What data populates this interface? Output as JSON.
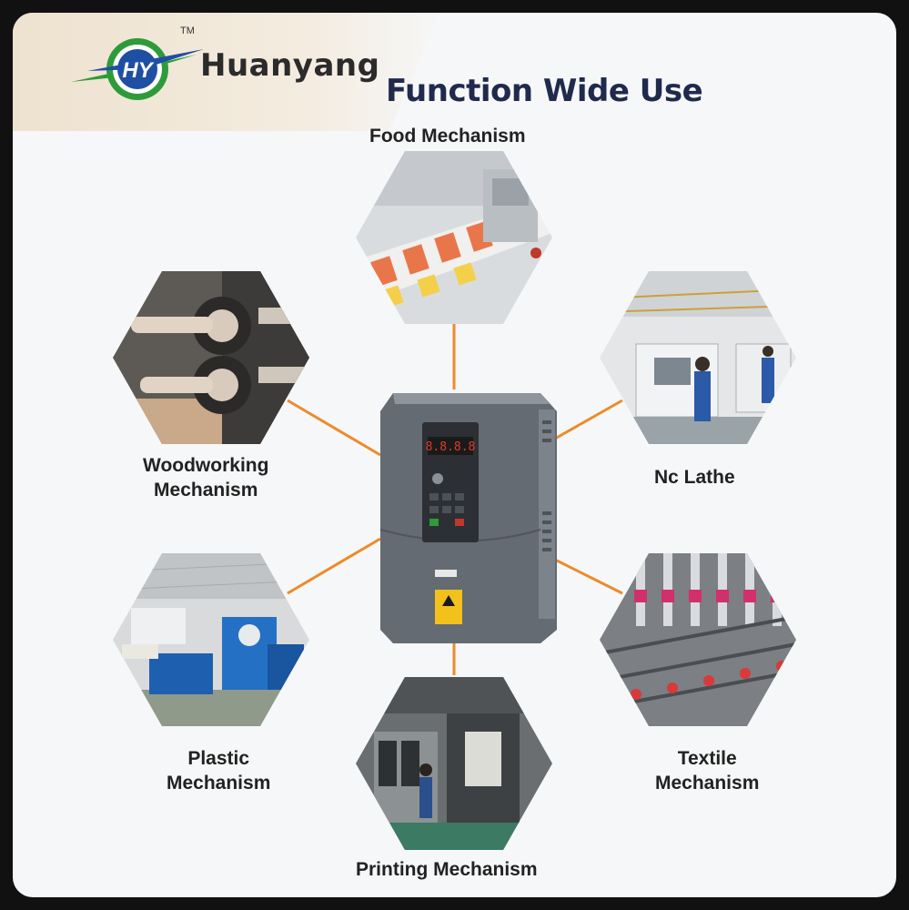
{
  "brand": {
    "name": "Huanyang",
    "trademark": "TM",
    "logo_letters": "HY"
  },
  "headline": "Function Wide Use",
  "applications": [
    {
      "id": "food",
      "label": "Food Mechanism"
    },
    {
      "id": "woodworking",
      "label_line1": "Woodworking",
      "label_line2": "Mechanism"
    },
    {
      "id": "nc-lathe",
      "label": "Nc Lathe"
    },
    {
      "id": "plastic",
      "label_line1": "Plastic",
      "label_line2": "Mechanism"
    },
    {
      "id": "textile",
      "label_line1": "Textile",
      "label_line2": "Mechanism"
    },
    {
      "id": "printing",
      "label": "Printing  Mechanism"
    }
  ],
  "colors": {
    "connector": "#ec8b2a",
    "headline": "#1f2a4d",
    "inverter_body": "#646b73",
    "logo_blue": "#1f4fa3",
    "logo_green": "#2e9b3a"
  }
}
